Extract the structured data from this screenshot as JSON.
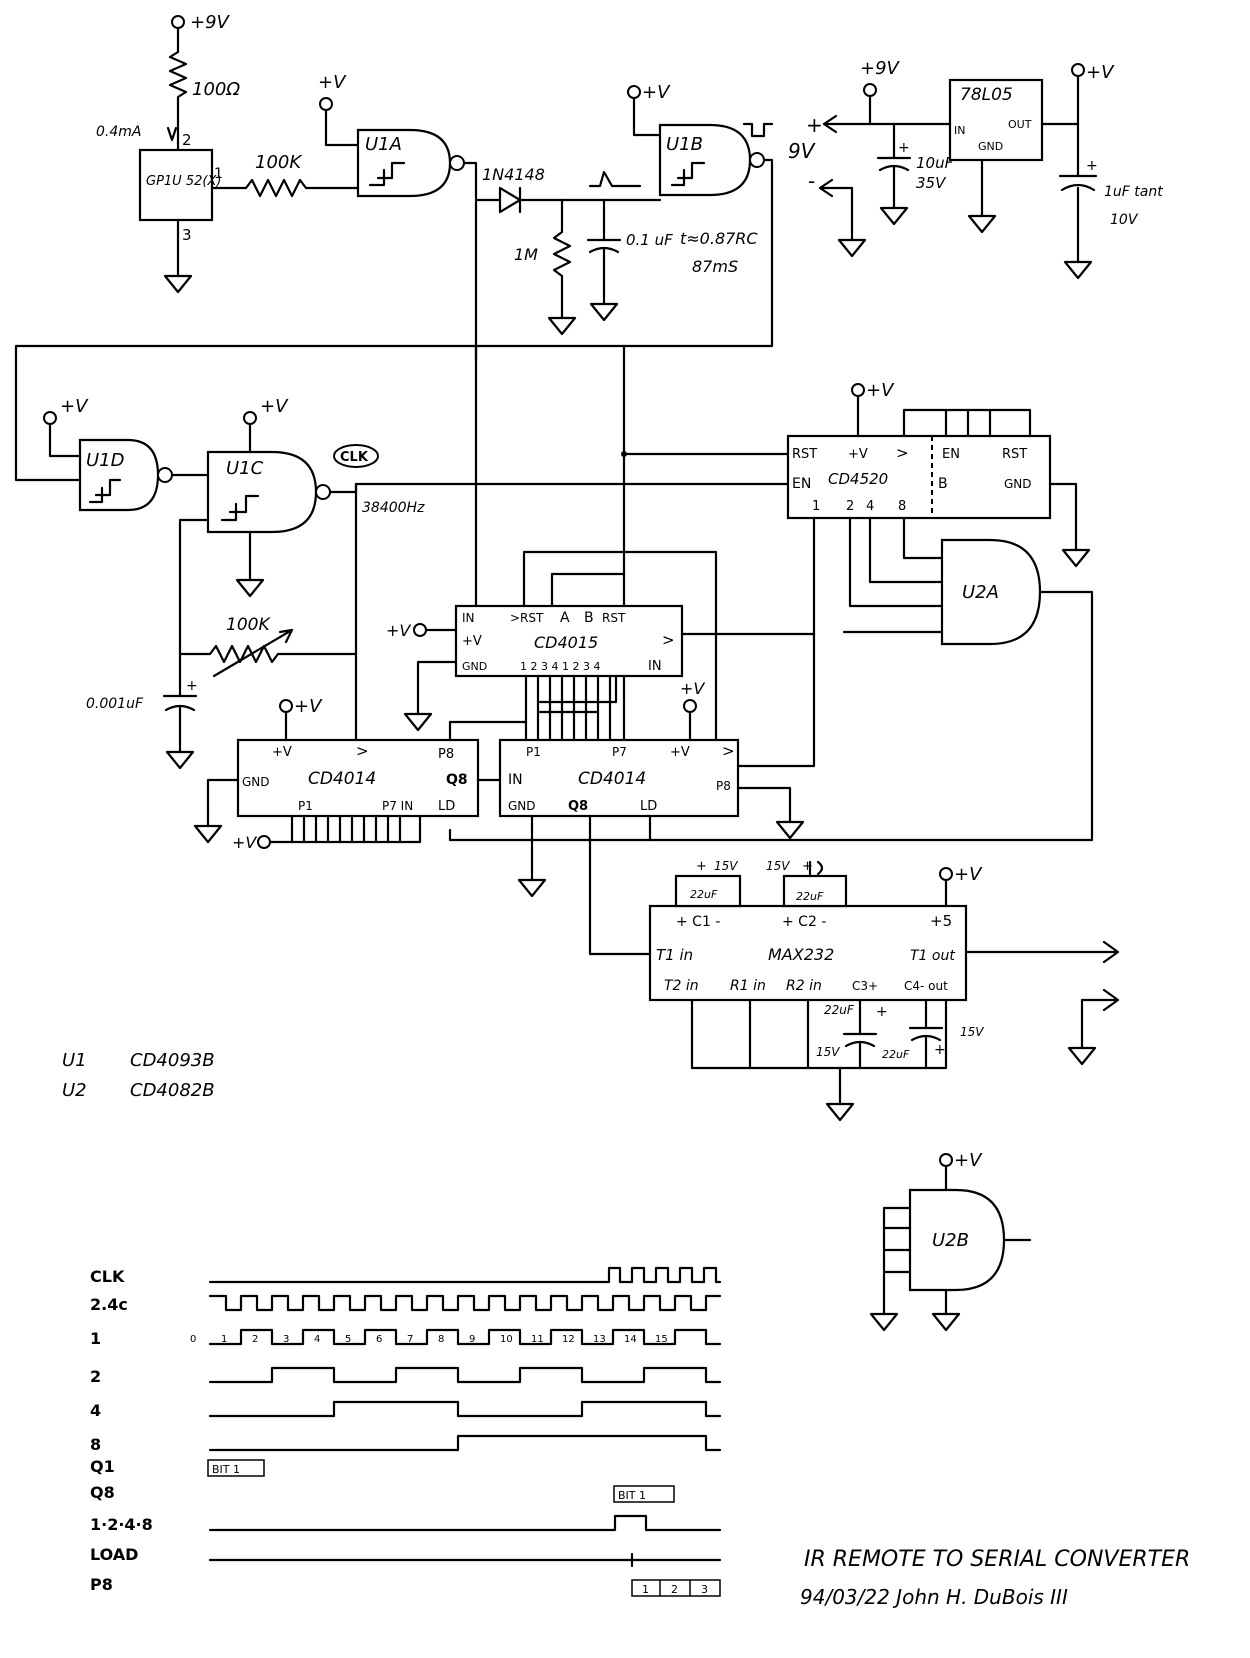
{
  "rails": {
    "plus_9v_top": "+9V",
    "plus_9v_reg": "+9V",
    "plus_v": "+V",
    "battery_plus": "+",
    "battery_minus": "-",
    "battery_label": "9V"
  },
  "sensor": {
    "part": "GP1U 52(X)",
    "pin1": "1",
    "pin2": "2",
    "pin3": "3",
    "current": "0.4mA",
    "resistor": "100Ω",
    "series_resistor": "100K"
  },
  "oneshot": {
    "diode": "1N4148",
    "resistor": "1M",
    "cap": "0.1 uF",
    "timing_formula": "t≈0.87RC",
    "timing_value": "87mS"
  },
  "regulator": {
    "part": "78L05",
    "in_pin": "IN",
    "out_pin": "OUT",
    "gnd_pin": "GND",
    "cap_in_value": "10uF",
    "cap_in_voltage": "35V",
    "cap_in_polarity": "+",
    "cap_out_value": "1uF tant",
    "cap_out_voltage": "10V",
    "cap_out_polarity": "+"
  },
  "gates": {
    "u1a": "U1A",
    "u1b": "U1B",
    "u1c": "U1C",
    "u1d": "U1D",
    "u2a": "U2A",
    "u2b": "U2B",
    "clk_tag": "CLK",
    "clk_freq": "38400Hz"
  },
  "rc_osc": {
    "pot": "100K",
    "cap": "0.001uF",
    "cap_polarity": "+"
  },
  "counter": {
    "part": "CD4520",
    "rst": "RST",
    "v": "+V",
    "clk": ">",
    "en": "EN",
    "b_en": "EN",
    "b_rst": "RST",
    "b_label": "B",
    "gnd": "GND",
    "q1": "1",
    "q2": "2",
    "q4": "4",
    "q8": "8"
  },
  "shift_4015": {
    "part": "CD4015",
    "in_a": "IN",
    "v": "+V",
    "gnd": "GND",
    "clk_rst": ">RST",
    "sect_a": "A",
    "sect_b": "B",
    "rst_b": "RST",
    "clk_b": ">",
    "outs": "1 2 3 4 1 2 3 4",
    "in_b": "IN"
  },
  "sr_left": {
    "part": "CD4014",
    "v": "+V",
    "gnd": "GND",
    "clk": ">",
    "p8": "P8",
    "q8": "Q8",
    "p1": "P1",
    "p7_in": "P7 IN",
    "ld": "LD",
    "pullup": "+V"
  },
  "sr_right": {
    "part": "CD4014",
    "p1": "P1",
    "p7": "P7",
    "v": "+V",
    "clk": ">",
    "in": "IN",
    "gnd": "GND",
    "q8": "Q8",
    "ld": "LD",
    "p8": "P8"
  },
  "max232": {
    "part": "MAX232",
    "c1": "+ C1 -",
    "c2": "+ C2 -",
    "v5": "+5",
    "t1in": "T1 in",
    "t1out": "T1 out",
    "t2in": "T2 in",
    "r1in": "R1 in",
    "r2in": "R2 in",
    "c3": "C3+",
    "c4": "C4- out",
    "cap_c1_value": "22uF",
    "cap_c1_voltage": "15V",
    "cap_c2_value": "22uF",
    "cap_c2_voltage": "15V",
    "cap_c3_value": "22uF",
    "cap_c3_voltage": "15V",
    "cap_c4_value": "22uF",
    "cap_c4_voltage": "15V",
    "cap_polarity": "+"
  },
  "parts_list": [
    {
      "ref": "U1",
      "part": "CD4093B"
    },
    {
      "ref": "U2",
      "part": "CD4082B"
    }
  ],
  "timing": {
    "signals": [
      "CLK",
      "2.4c",
      "1",
      "2",
      "4",
      "8",
      "Q1",
      "Q8",
      "1·2·4·8",
      "LOAD",
      "P8"
    ],
    "count_labels": [
      "0",
      "1",
      "2",
      "3",
      "4",
      "5",
      "6",
      "7",
      "8",
      "9",
      "10",
      "11",
      "12",
      "13",
      "14",
      "15"
    ],
    "bit_tag_q1": "BIT 1",
    "bit_tag_q8": "BIT 1",
    "p8_bits": [
      "1",
      "2",
      "3"
    ]
  },
  "title": {
    "line1": "IR REMOTE TO SERIAL CONVERTER",
    "line2": "94/03/22  John H. DuBois III"
  }
}
